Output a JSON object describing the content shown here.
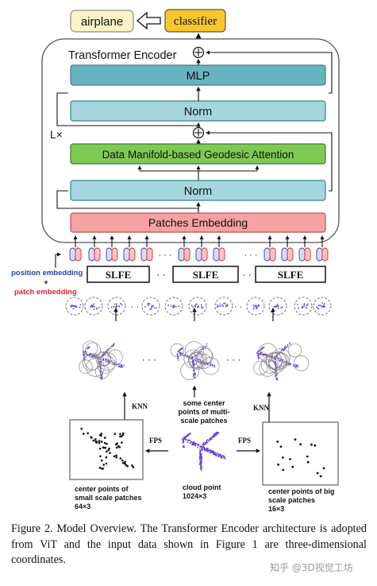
{
  "output_label": "airplane",
  "classifier_label": "classifier",
  "encoder_title": "Transformer Encoder",
  "repeat_label": "L×",
  "mlp_label": "MLP",
  "norm_top_label": "Norm",
  "attention_label": "Data Manifold-based Geodesic Attention",
  "norm_bottom_label": "Norm",
  "patches_embedding_label": "Patches Embedding",
  "slfe_label": "SLFE",
  "position_embedding_label": "position embedding",
  "plus_label": "+",
  "patch_embedding_label": "patch embedding",
  "knn_label": "KNN",
  "fps_label": "FPS",
  "center_note": [
    "some center",
    "points of multi-",
    "scale patches"
  ],
  "left_panel_caption": [
    "center points of",
    "small scale patches",
    "64×3"
  ],
  "middle_caption": [
    "cloud point",
    "1024×3"
  ],
  "right_panel_caption": [
    "center points of big",
    "scale patches",
    "16×3"
  ],
  "caption": "Figure 2.  Model Overview. The Transformer Encoder architecture is adopted from ViT and the input data shown in Figure 1 are three-dimensional coordinates.",
  "watermark": "知乎 @3D视觉工坊",
  "colors": {
    "teal": "#67b3c0",
    "teal_light": "#a5d6dd",
    "green": "#7fca54",
    "salmon": "#f6a2a2",
    "yellow": "#f7c62f",
    "cream": "#fbf3c6",
    "blue_text": "#2a44a8",
    "red_text": "#e0242a",
    "purple": "#6a40d4"
  }
}
